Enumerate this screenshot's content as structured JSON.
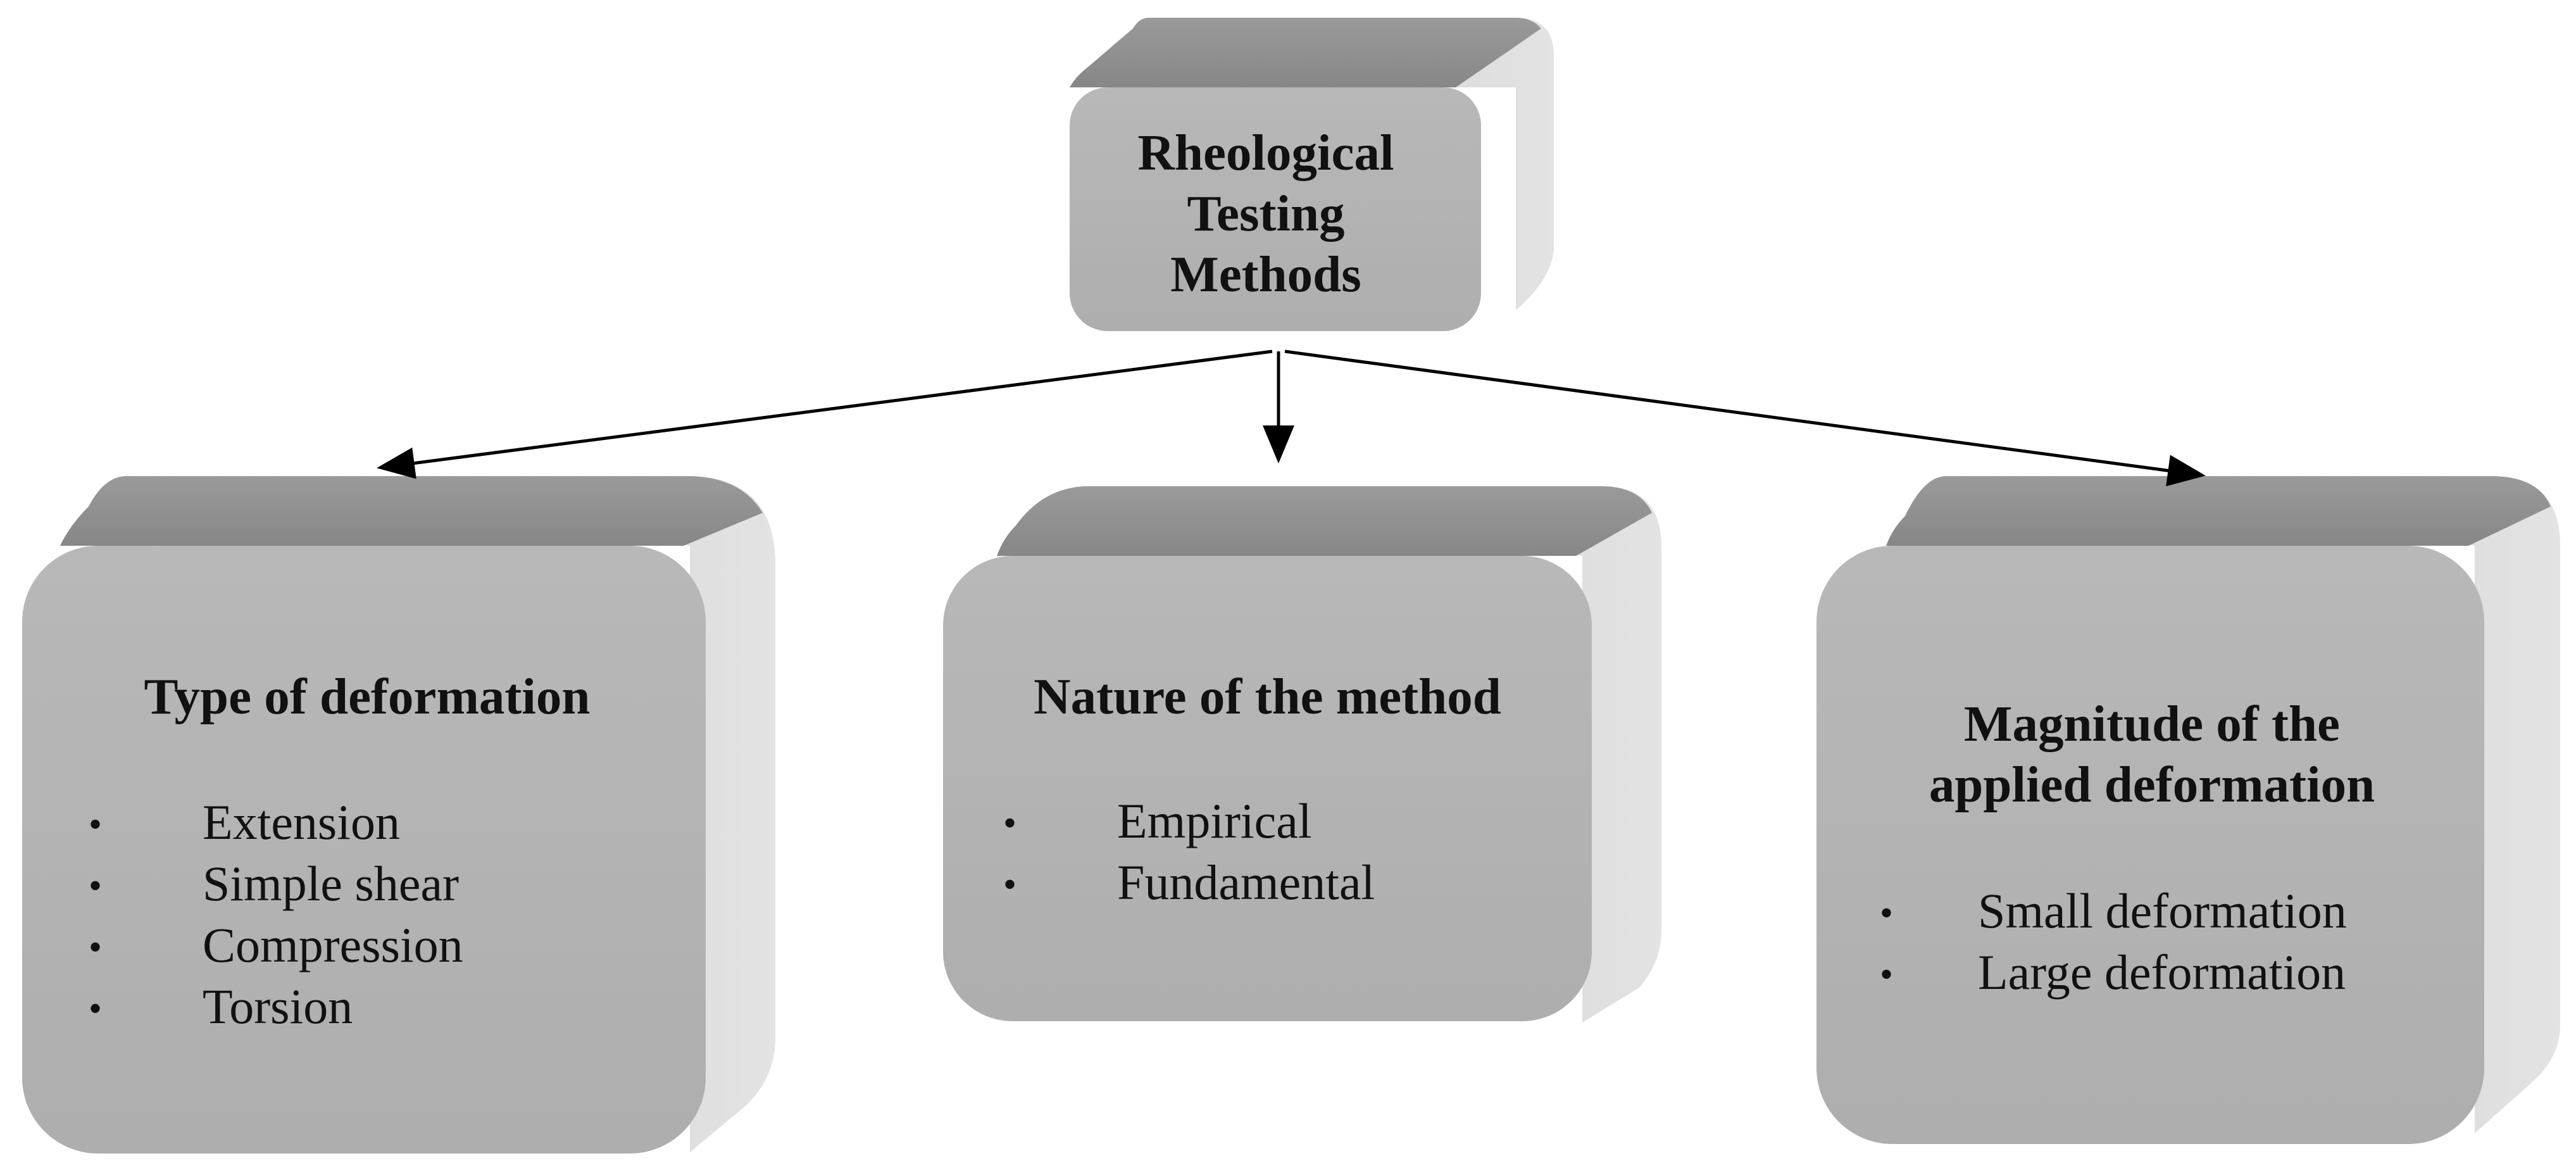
{
  "root": {
    "title_lines": [
      "Rheological",
      "Testing",
      "Methods"
    ]
  },
  "categories": [
    {
      "title_lines": [
        "Type of deformation"
      ],
      "items": [
        "Extension",
        "Simple shear",
        "Compression",
        "Torsion"
      ]
    },
    {
      "title_lines": [
        "Nature of the method"
      ],
      "items": [
        "Empirical",
        "Fundamental"
      ]
    },
    {
      "title_lines": [
        "Magnitude of the",
        "applied deformation"
      ],
      "items": [
        "Small deformation",
        "Large deformation"
      ]
    }
  ],
  "colors": {
    "box_front": "#b3b3b3",
    "box_top": "#8f8f8f",
    "box_side": "#d4d4d4",
    "arrow": "#000000"
  },
  "bullet_glyph": "•"
}
